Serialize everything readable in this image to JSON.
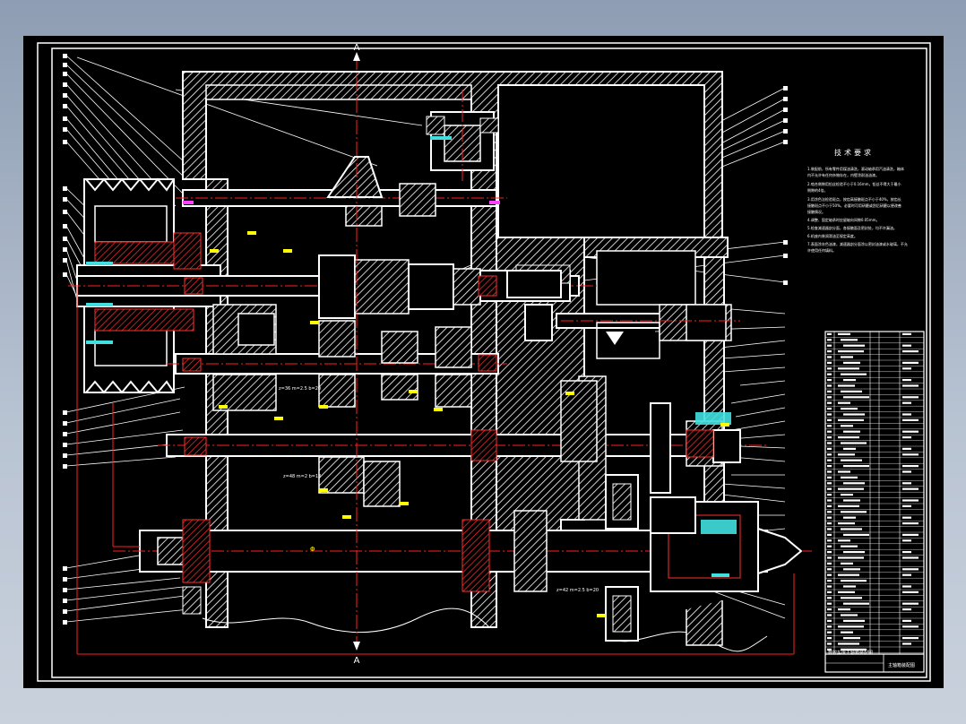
{
  "section_marks": {
    "top": "A",
    "bottom": "A"
  },
  "notes": {
    "title": "技术要求",
    "lines": [
      "1.装配前，所有零件用煤油清洗，滚动轴承用汽油清洗，箱体",
      "内不允许有任何杂物存在，内壁涂耐油油漆。",
      "2.啮合侧隙用铅丝检验不小于0.16mm，铅丝不得大于最小",
      "侧隙的4倍。",
      "3.用涂色法检验斑点，按齿高接触斑点不小于40%，按齿长",
      "接触斑点不小于50%，必要时可用研磨或刮后研磨以便改善",
      "接触情况。",
      "4.调整、固定轴承时应留轴向间隙0.05mm。",
      "5.检查减速器剖分面，各接触面及密封处，均不许漏油。",
      "6.机座内装润滑油至规定高度。",
      "7.表面涂灰色油漆，减速器剖分面涂以密封油漆或水玻璃，不允",
      "许使用任何填料。"
    ]
  },
  "labels": {
    "gear_note_1": "z=36 m=2.5 b=20",
    "gear_note_2": "z=48 m=2 b=18",
    "gear_note_3": "z=42 m=2.5 b=20",
    "center_mark": "Φ"
  },
  "title_block": {
    "caption_left": "数控车床主轴箱装配图",
    "caption_right": "主轴箱装配图"
  },
  "colors": {
    "background": "#000000",
    "outline": "#ffffff",
    "section_line": "#ff2020",
    "leader": "#ffffff",
    "label": "#ffff00",
    "hatch": "#ffffff",
    "accent_cyan": "#40e0e0",
    "accent_magenta": "#ff40ff"
  }
}
